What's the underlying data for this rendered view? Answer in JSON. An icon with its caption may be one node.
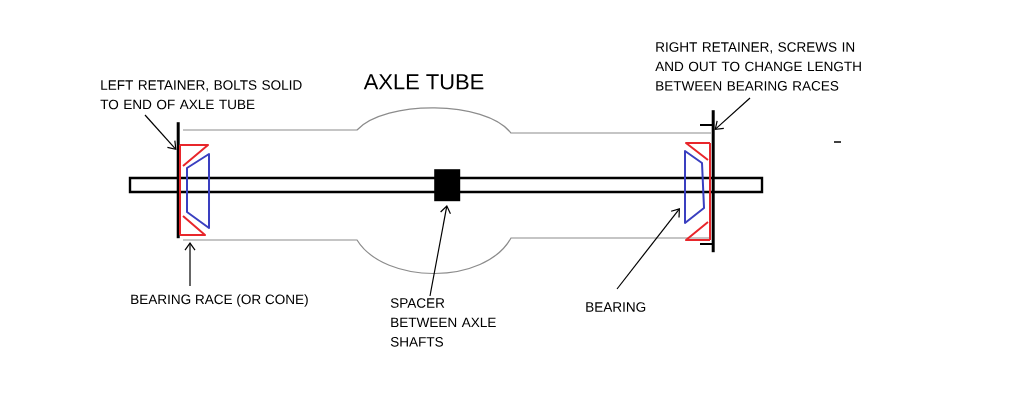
{
  "diagram": {
    "title": "AXLE TUBE",
    "nodes": [
      {
        "text": [
          "LEFT RETAINER, BOLTS SOLID TO END OF AXLE TUBE"
        ]
      },
      {
        "text": [
          "RIGHT RETAINER, SCREWS IN AND OUT TO CHANGE LENGTH BETWEEN BEARING RACES"
        ]
      },
      {
        "text": [
          "BEARING RACE (OR CONE)"
        ]
      },
      {
        "text": [
          "SPACER BETWEEN AXLE SHAFTS"
        ]
      },
      {
        "text": [
          "BEARING"
        ]
      },
      {
        "text": [],
        "shape": "bar"
      },
      {
        "text": [],
        "shape": "box"
      },
      {
        "text": [],
        "shape": "box"
      },
      {
        "text": [],
        "shape": "box"
      },
      {
        "text": [],
        "shape": "bar"
      }
    ],
    "edges": [
      {
        "from": 0,
        "to": 5,
        "arrow": "to"
      },
      {
        "from": 1,
        "to": 9,
        "arrow": "to"
      },
      {
        "from": 2,
        "to": 6,
        "arrow": "to"
      },
      {
        "from": 3,
        "to": 7,
        "arrow": "to"
      },
      {
        "from": 4,
        "to": 8,
        "arrow": "to"
      }
    ]
  }
}
